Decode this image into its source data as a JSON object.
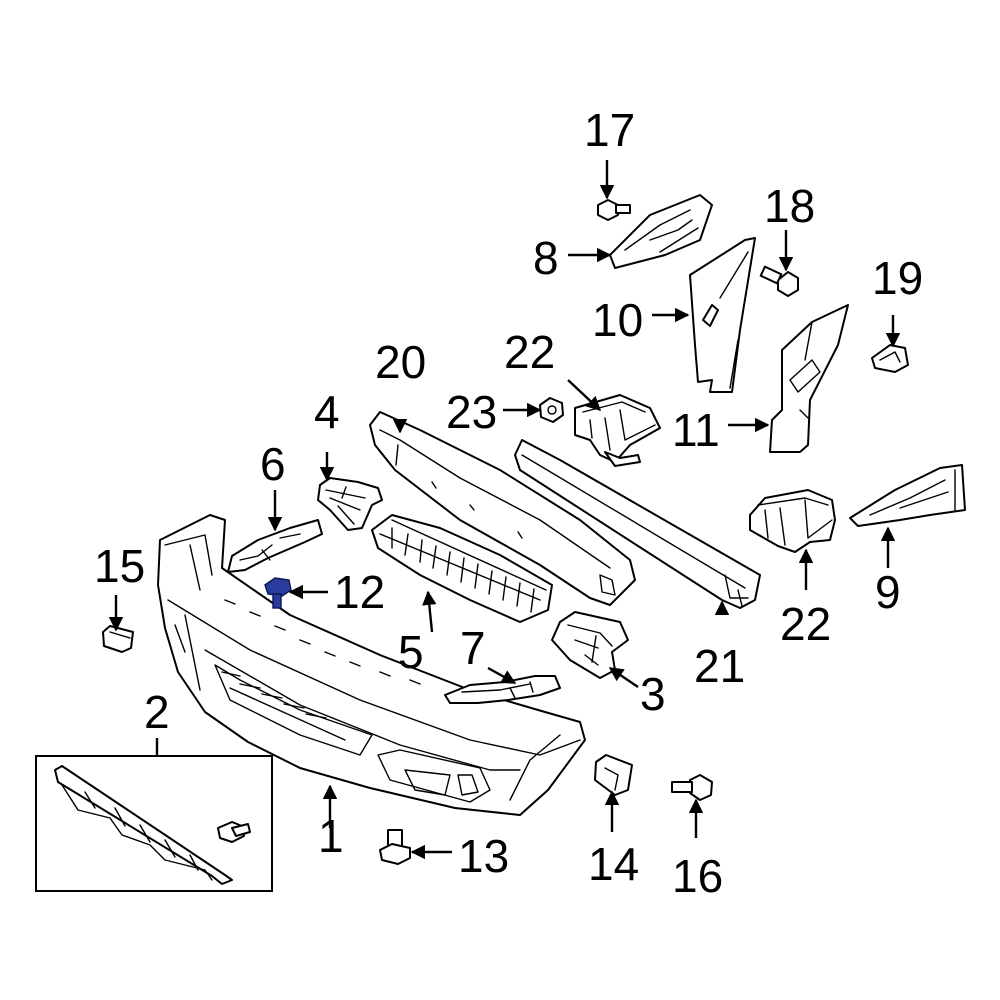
{
  "callouts": {
    "c1": "1",
    "c2": "2",
    "c3": "3",
    "c4": "4",
    "c5": "5",
    "c6": "6",
    "c7": "7",
    "c8": "8",
    "c9": "9",
    "c10": "10",
    "c11": "11",
    "c12": "12",
    "c13": "13",
    "c14": "14",
    "c15": "15",
    "c16": "16",
    "c17": "17",
    "c18": "18",
    "c19": "19",
    "c20": "20",
    "c21": "21",
    "c22a": "22",
    "c22b": "22",
    "c23": "23"
  },
  "highlight_color": "#2a3d9e"
}
